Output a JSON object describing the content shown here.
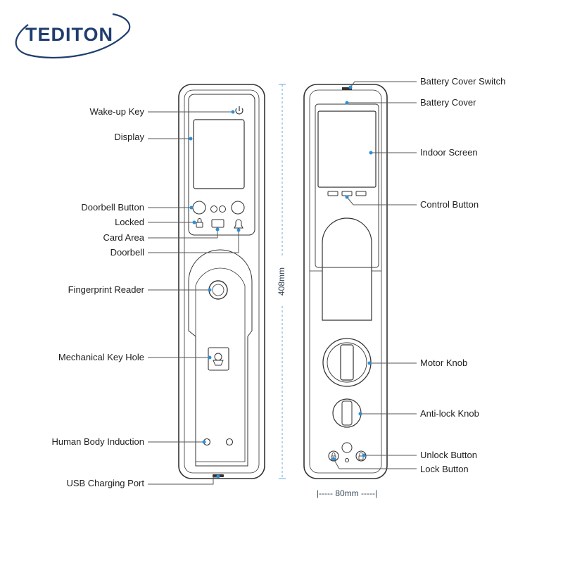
{
  "brand": {
    "name": "TEDITON",
    "color": "#1f3d6e"
  },
  "dimensions": {
    "height": "408mm",
    "width": "|----- 80mm -----|"
  },
  "front_labels": {
    "wake_up_key": "Wake-up Key",
    "display": "Display",
    "doorbell_button": "Doorbell Button",
    "locked": "Locked",
    "card_area": "Card Area",
    "doorbell": "Doorbell",
    "fingerprint_reader": "Fingerprint Reader",
    "mechanical_key_hole": "Mechanical Key Hole",
    "human_body_induction": "Human Body Induction",
    "usb_charging_port": "USB Charging Port"
  },
  "back_labels": {
    "battery_cover_switch": "Battery Cover Switch",
    "battery_cover": "Battery Cover",
    "indoor_screen": "Indoor Screen",
    "control_button": "Control Button",
    "motor_knob": "Motor Knob",
    "anti_lock_knob": "Anti-lock Knob",
    "unlock_button": "Unlock Button",
    "lock_button": "Lock Button"
  },
  "colors": {
    "leader_dot": "#2d8fd5",
    "outline": "#333333",
    "dimension_line": "#6aa7d8"
  }
}
